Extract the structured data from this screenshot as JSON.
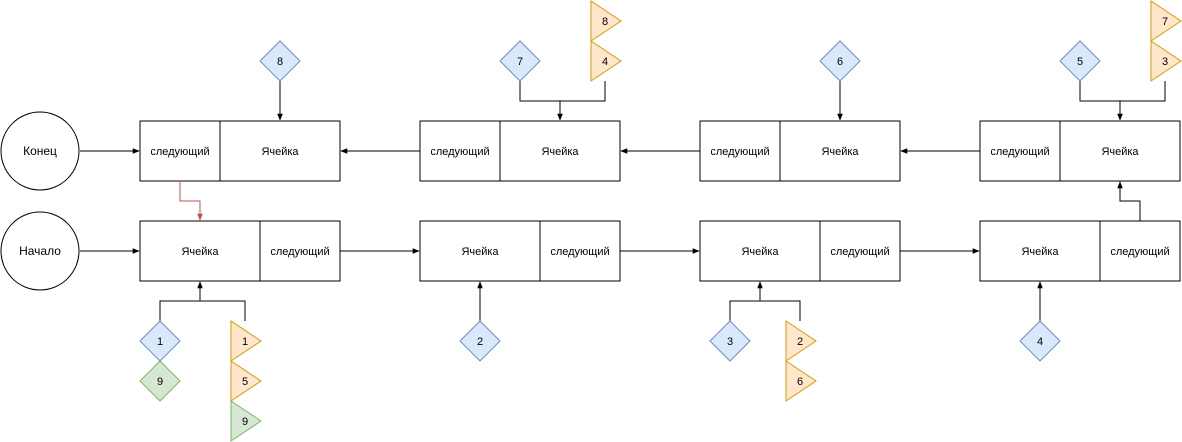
{
  "circles": {
    "end": "Конец",
    "start": "Начало"
  },
  "node_labels": {
    "cell": "Ячейка",
    "next": "следующий"
  },
  "top_row": {
    "diamonds": [
      "8",
      "7",
      "6",
      "5"
    ],
    "triangles": [
      [
        "8",
        "4"
      ],
      [
        "7",
        "3"
      ]
    ]
  },
  "bottom_row": {
    "diamonds": [
      "1",
      "2",
      "3",
      "4"
    ],
    "extra_diamond": "9",
    "triangles": [
      [
        "1",
        "5",
        "9"
      ],
      [
        "2",
        "6"
      ]
    ]
  },
  "colors": {
    "blue_fill": "#dae8fc",
    "blue_stroke": "#6c8ebf",
    "orange_fill": "#ffe6cc",
    "orange_stroke": "#d79b00",
    "green_fill": "#d5e8d4",
    "green_stroke": "#82b366",
    "red_link": "#b85450"
  }
}
